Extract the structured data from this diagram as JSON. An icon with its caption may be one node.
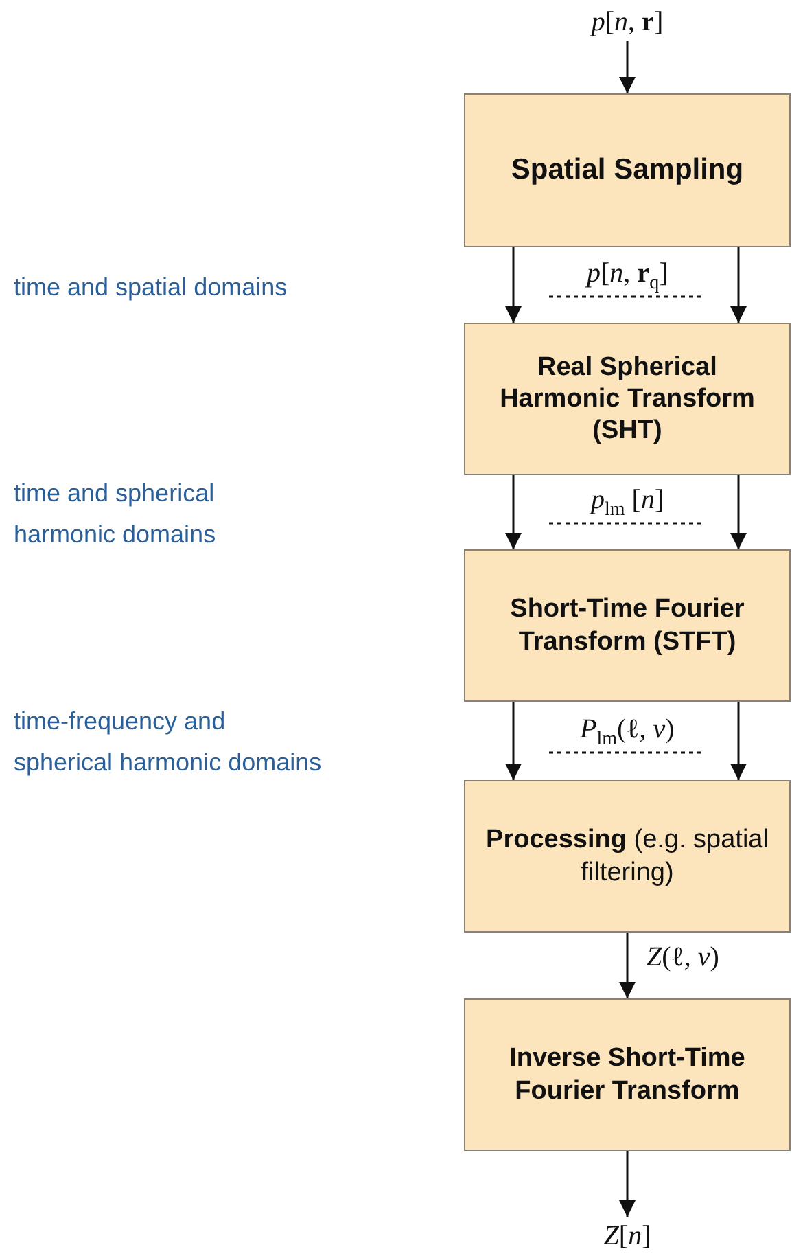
{
  "diagram": {
    "nodes": [
      {
        "text": [
          "*p*[*n*, **r**]"
        ]
      },
      {
        "text": [
          "Spatial Sampling"
        ]
      },
      {
        "text": [
          "Real Spherical Harmonic Transform (SHT)"
        ]
      },
      {
        "text": [
          "Short-Time Fourier Transform (STFT)"
        ]
      },
      {
        "text": [
          "**Processing** (e.g. spatial filtering)"
        ]
      },
      {
        "text": [
          "Inverse Short-Time Fourier Transform"
        ]
      },
      {
        "text": [
          "*Z*[*n*]"
        ]
      }
    ],
    "edges": [
      {
        "from": 0,
        "to": 1,
        "arrow": "to"
      },
      {
        "from": 1,
        "to": 2,
        "arrow": "to",
        "label": "*p*[*n*, **r**$_{q}$]"
      },
      {
        "from": 1,
        "to": 2,
        "arrow": "to"
      },
      {
        "from": 2,
        "to": 3,
        "arrow": "to",
        "label": "*p*$_{lm}$ [*n*]"
      },
      {
        "from": 2,
        "to": 3,
        "arrow": "to"
      },
      {
        "from": 3,
        "to": 4,
        "arrow": "to",
        "label": "*P*$_{lm}$(ℓ, *ν*)"
      },
      {
        "from": 3,
        "to": 4,
        "arrow": "to"
      },
      {
        "from": 4,
        "to": 5,
        "arrow": "to",
        "label": "*Z*(ℓ, *ν*)"
      },
      {
        "from": 5,
        "to": 6,
        "arrow": "to"
      }
    ],
    "labels": [
      "time and spatial domains",
      "time and spherical harmonic domains",
      "time-frequency and spherical harmonic domains"
    ]
  }
}
